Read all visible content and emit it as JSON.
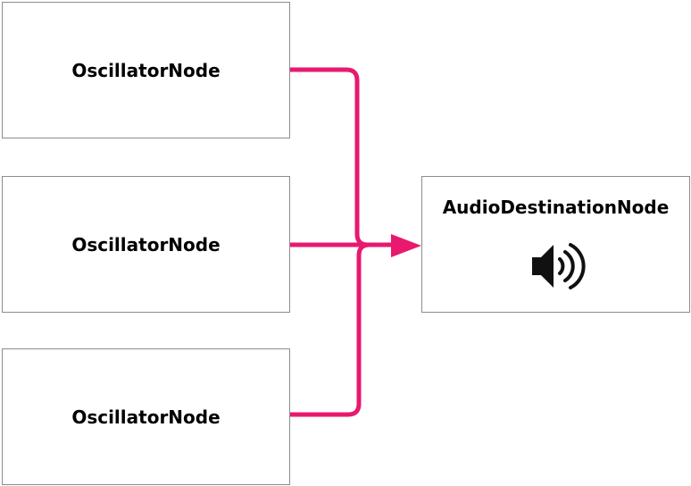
{
  "nodes": {
    "sources": [
      {
        "label": "OscillatorNode"
      },
      {
        "label": "OscillatorNode"
      },
      {
        "label": "OscillatorNode"
      }
    ],
    "destination": {
      "label": "AudioDestinationNode",
      "icon": "speaker-icon"
    }
  },
  "colors": {
    "connector": "#e8196e",
    "border": "#8c8c8c",
    "text": "#000000"
  }
}
